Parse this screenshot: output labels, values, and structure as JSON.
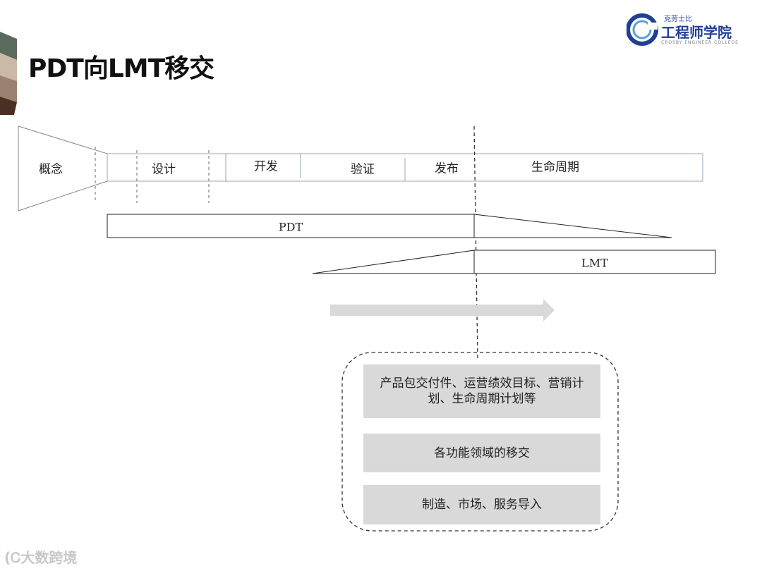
{
  "slide": {
    "title": "PDT向LMT移交"
  },
  "logo": {
    "small_text": "克劳士比",
    "main_text": "工程师学院",
    "english_text": "CROSBY ENGINEER COLLEGE"
  },
  "phases": {
    "concept": "概念",
    "design": "设计",
    "develop": "开发",
    "verify": "验证",
    "release": "发布",
    "lifecycle": "生命周期"
  },
  "teams": {
    "pdt": "PDT",
    "lmt": "LMT"
  },
  "handover_items": [
    "产品包交付件、运营绩效目标、营销计划、生命周期计划等",
    "各功能领域的移交",
    "制造、市场、服务导入"
  ],
  "watermark": {
    "text": "大数跨境"
  }
}
